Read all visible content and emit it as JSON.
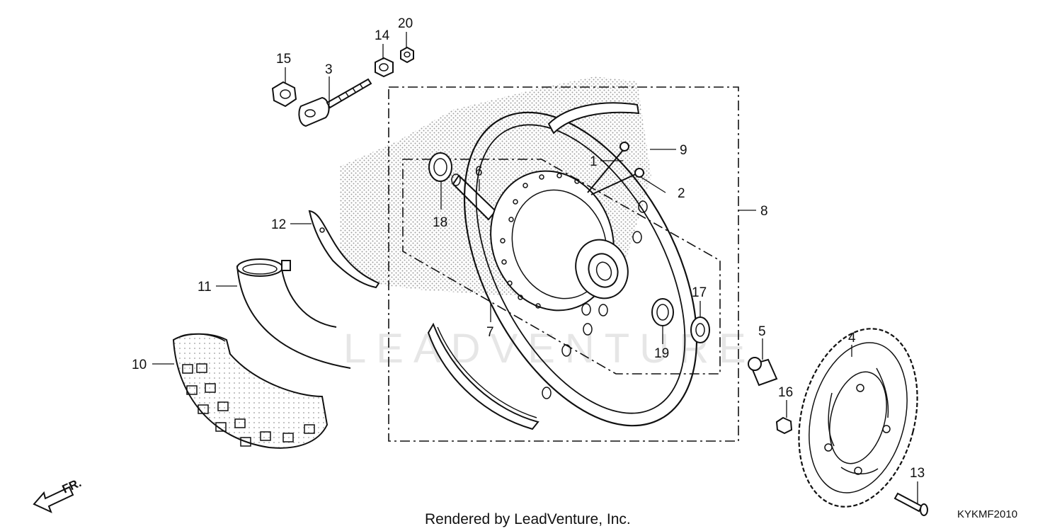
{
  "diagram": {
    "callouts": [
      {
        "id": "1",
        "label": "1"
      },
      {
        "id": "2",
        "label": "2"
      },
      {
        "id": "3",
        "label": "3"
      },
      {
        "id": "4",
        "label": "4"
      },
      {
        "id": "5",
        "label": "5"
      },
      {
        "id": "6",
        "label": "6"
      },
      {
        "id": "7",
        "label": "7"
      },
      {
        "id": "8",
        "label": "8"
      },
      {
        "id": "9",
        "label": "9"
      },
      {
        "id": "10",
        "label": "10"
      },
      {
        "id": "11",
        "label": "11"
      },
      {
        "id": "12",
        "label": "12"
      },
      {
        "id": "13",
        "label": "13"
      },
      {
        "id": "14",
        "label": "14"
      },
      {
        "id": "15",
        "label": "15"
      },
      {
        "id": "16",
        "label": "16"
      },
      {
        "id": "17",
        "label": "17"
      },
      {
        "id": "18",
        "label": "18"
      },
      {
        "id": "19",
        "label": "19"
      },
      {
        "id": "20",
        "label": "20"
      }
    ],
    "front_arrow_label": "FR.",
    "watermark": "LEADVENTURE",
    "footer": "Rendered by LeadVenture, Inc.",
    "diagram_code": "KYKMF2010"
  }
}
